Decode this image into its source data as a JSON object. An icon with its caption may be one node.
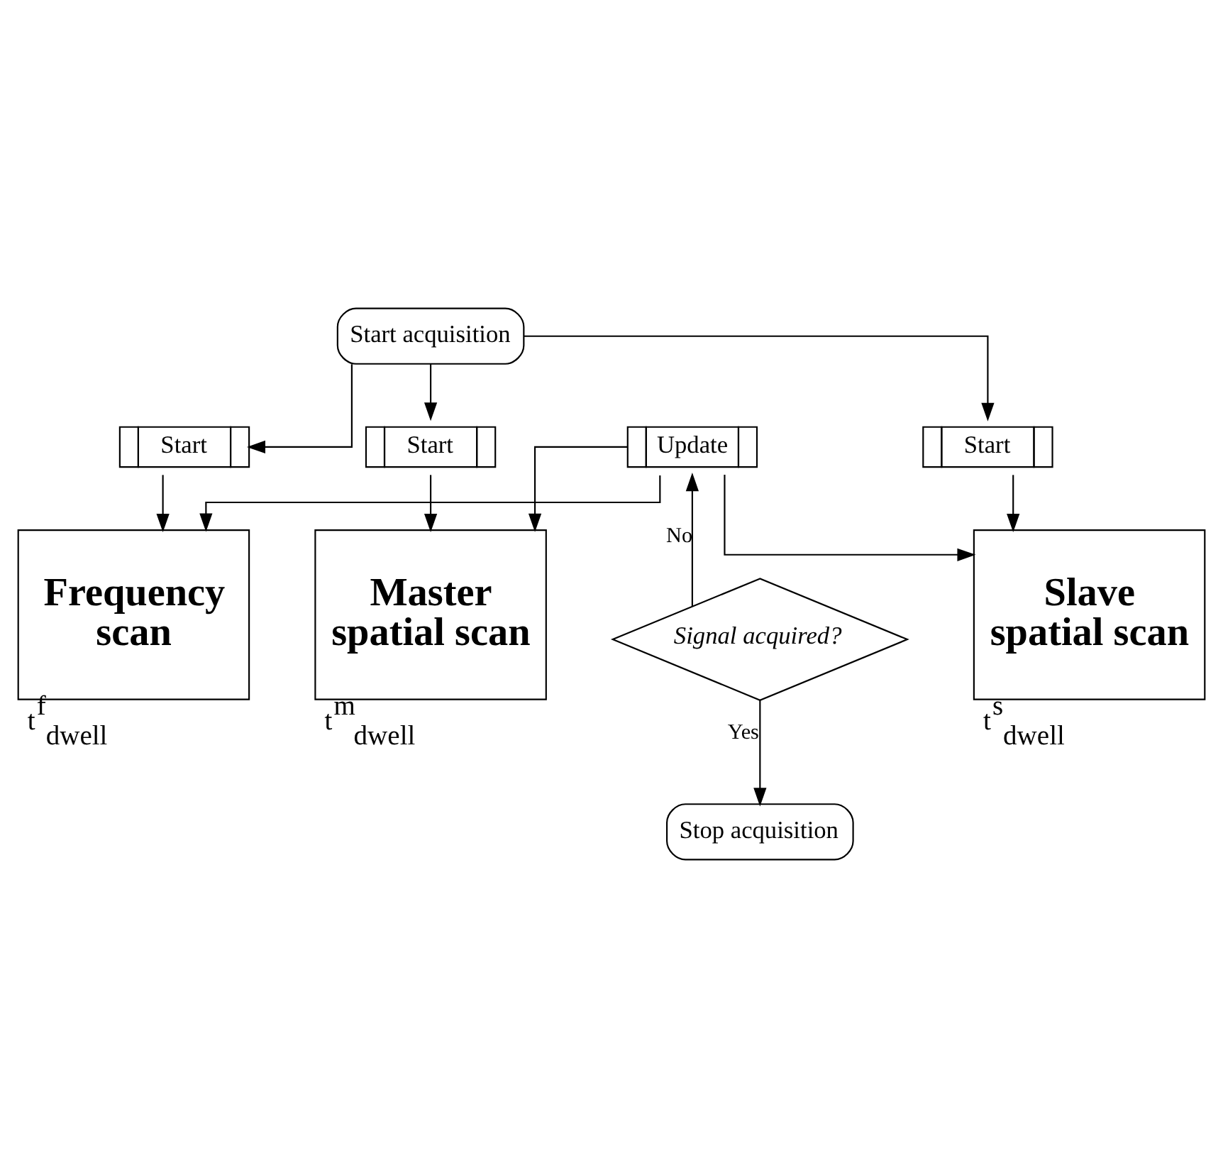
{
  "diagram": {
    "nodes": [
      {
        "text": [
          "Start acquisition"
        ]
      },
      {
        "text": [
          "Start"
        ]
      },
      {
        "text": [
          "Start"
        ]
      },
      {
        "text": [
          "Start"
        ]
      },
      {
        "text": [
          "Frequency scan"
        ],
        "beside": [
          "t$^{f}$$_{dwell}$"
        ]
      },
      {
        "text": [
          "Master spatial scan"
        ],
        "beside": [
          "t$^{m}$$_{dwell}$"
        ]
      },
      {
        "text": [
          "Slave spatial scan"
        ],
        "beside": [
          "t$^{s}$$_{dwell}$"
        ]
      },
      {
        "text": [
          "Update"
        ]
      },
      {
        "text": [
          "Signal acquired?"
        ]
      },
      {
        "text": [
          "Stop acquisition"
        ]
      }
    ],
    "edges": [
      {
        "from": 0,
        "to": 1,
        "arrow": "to"
      },
      {
        "from": 0,
        "to": 2,
        "arrow": "to"
      },
      {
        "from": 0,
        "to": 3,
        "arrow": "to"
      },
      {
        "from": 1,
        "to": 4,
        "arrow": "to"
      },
      {
        "from": 2,
        "to": 5,
        "arrow": "to"
      },
      {
        "from": 3,
        "to": 6,
        "arrow": "to"
      },
      {
        "from": 7,
        "to": 4,
        "arrow": "to"
      },
      {
        "from": 7,
        "to": 5,
        "arrow": "to"
      },
      {
        "from": 7,
        "to": 6,
        "arrow": "to"
      },
      {
        "from": 8,
        "to": 7,
        "label": "No",
        "arrow": "to"
      },
      {
        "from": 8,
        "to": 9,
        "label": "Yes",
        "arrow": "to"
      }
    ]
  }
}
